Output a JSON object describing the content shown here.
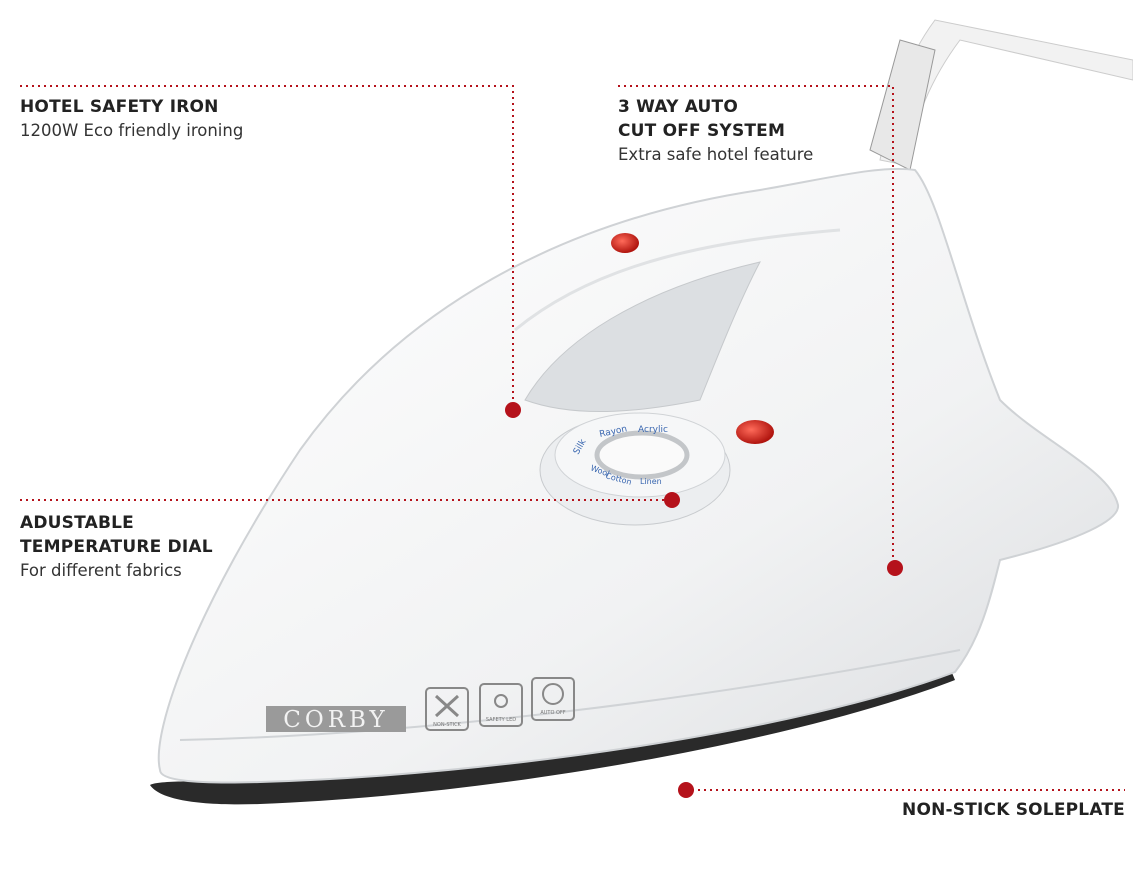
{
  "features": [
    {
      "title": "HOTEL SAFETY IRON",
      "subtitle": "1200W Eco friendly ironing"
    },
    {
      "title_line1": "3 WAY AUTO",
      "title_line2": "CUT OFF SYSTEM",
      "subtitle": "Extra safe hotel feature"
    },
    {
      "title_line1": "ADUSTABLE",
      "title_line2": "TEMPERATURE DIAL",
      "subtitle": "For different fabrics"
    },
    {
      "title": "NON-STICK SOLEPLATE"
    }
  ],
  "product": {
    "brand": "CORBY",
    "badges": [
      "NON-STICK",
      "SAFETY LED",
      "AUTO OFF"
    ],
    "dial_labels": [
      "Silk",
      "Rayon",
      "Acrylic",
      "Wool",
      "Cotton",
      "Linen"
    ]
  },
  "colors": {
    "accent": "#b5121b",
    "text": "#222222"
  }
}
